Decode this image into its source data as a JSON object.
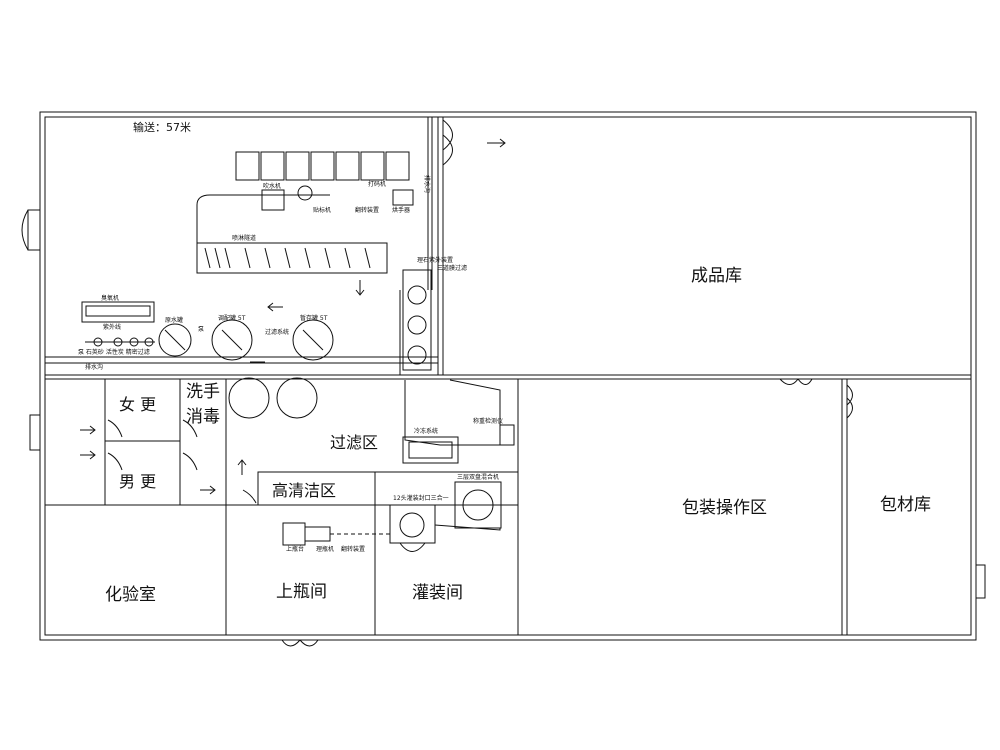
{
  "header": {
    "transport": "输送：57米"
  },
  "rooms": {
    "finished_goods": "成品库",
    "womens_change": "女 更",
    "mens_change": "男 更",
    "wash_1": "洗手",
    "wash_2": "消毒",
    "filter_area": "过滤区",
    "high_clean": "高清洁区",
    "packaging": "包装操作区",
    "material_store": "包材库",
    "lab": "化验室",
    "bottle_room": "上瓶间",
    "filling_room": "灌装间"
  },
  "equipment": {
    "drain_vertical": "排水沟",
    "drain_horizontal": "排水沟",
    "blower": "吹水机",
    "labeler": "贴标机",
    "flipper": "翻转装置",
    "printer": "打码机",
    "hand_dryer": "烘手器",
    "spray_tunnel": "喷淋隧道",
    "boiler": "臭氧机",
    "uv": "紫外线",
    "pump_row": "泵  石英砂  活性炭  精密过滤",
    "raw_tank": "原水罐",
    "mix_tank": "调配罐 5T",
    "store_tank": "暂存罐 5T",
    "filter_system": "过滤系统",
    "pump": "泵",
    "uv_top": "理石紫外装置",
    "uv_top2": "三道膜过滤",
    "cooling": "冷冻系统",
    "weight_check": "称重检测仪",
    "capper": "三层双盘混合机",
    "filler": "12头灌装封口三合一",
    "bottle_feed": "上瓶台",
    "unscrambler": "理瓶机",
    "flip_device": "翻转装置"
  },
  "colors": {
    "line": "#111111",
    "background": "#ffffff"
  }
}
